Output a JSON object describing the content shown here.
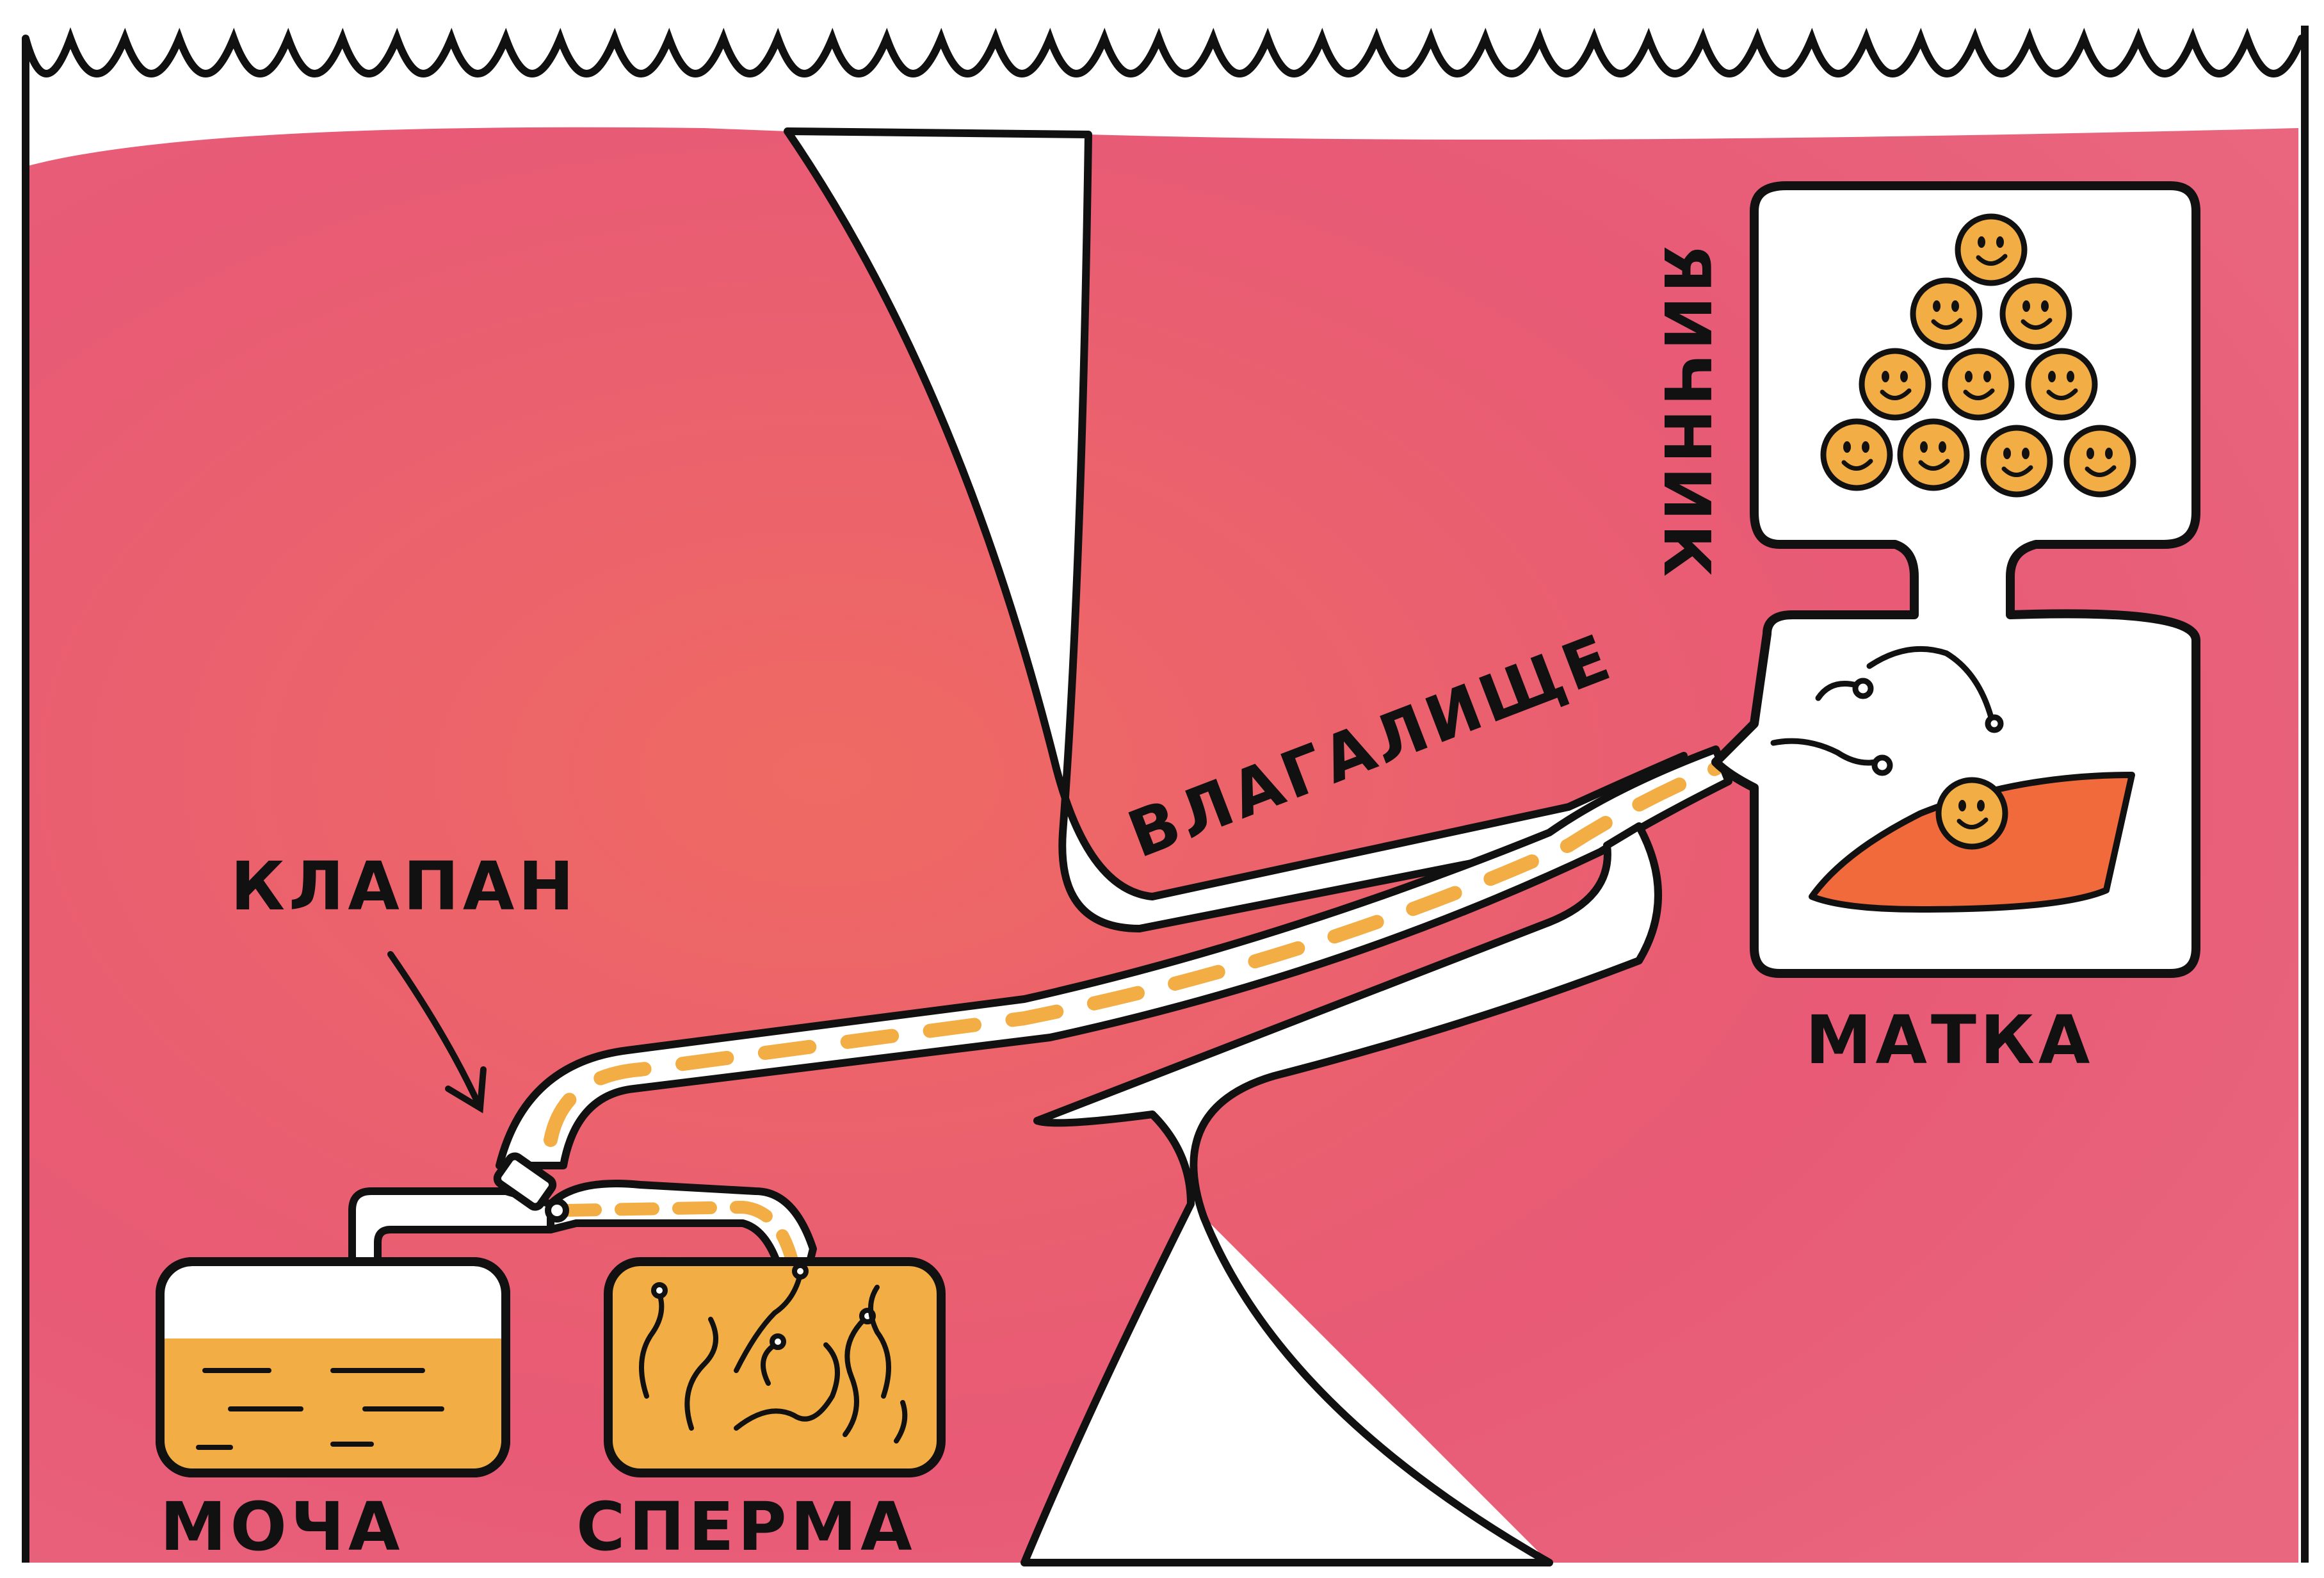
{
  "labels": {
    "valve": "КЛАПАН",
    "vagina": "ВЛАГАЛИЩЕ",
    "ovary": "ЯИЧНИК",
    "uterus": "МАТКА",
    "urine": "МОЧА",
    "sperm": "СПЕРМА"
  },
  "colors": {
    "background": "#e75e78",
    "fluid": "#f2ad45",
    "sac": "#f06a3c",
    "line": "#111111",
    "paper": "#ffffff"
  },
  "icons": {
    "egg": "smiling-egg-icon",
    "sperm": "sperm-cell-icon",
    "arrow": "pointer-arrow-icon"
  },
  "ovary_egg_count": 10
}
